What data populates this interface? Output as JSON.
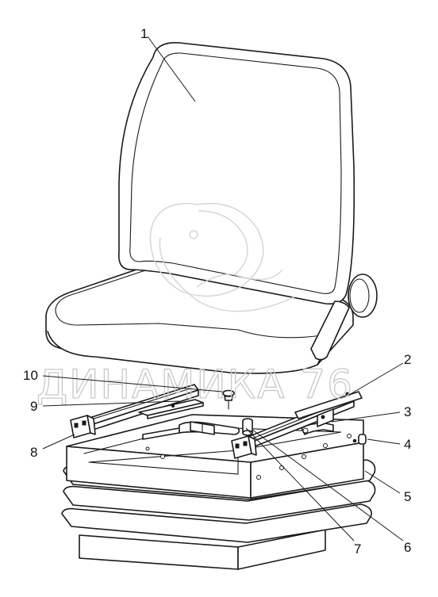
{
  "watermark": {
    "text": "ДИНАМИКА 76"
  },
  "callouts": [
    "1",
    "2",
    "3",
    "4",
    "5",
    "6",
    "7",
    "8",
    "9",
    "10"
  ]
}
